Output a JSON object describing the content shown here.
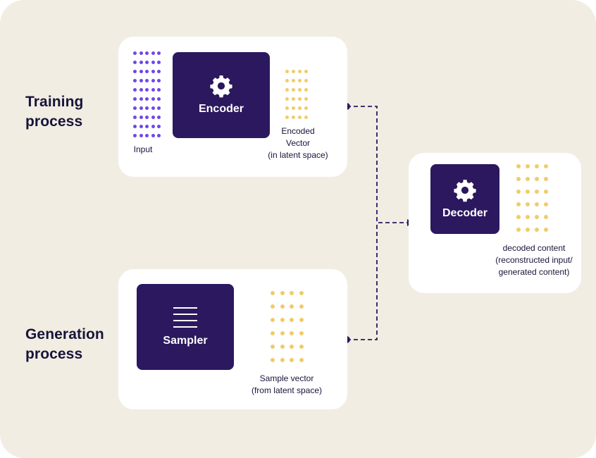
{
  "colors": {
    "background": "#f1ede2",
    "card": "#ffffff",
    "block": "#2b185f",
    "input_dots": "#6e48e8",
    "latent_dots": "#f0cc6a",
    "connector": "#2b185f",
    "text": "#17143a"
  },
  "sections": {
    "training": {
      "line1": "Training",
      "line2": "process"
    },
    "generation": {
      "line1": "Generation",
      "line2": "process"
    }
  },
  "encoder": {
    "label": "Encoder",
    "icon": "gear-icon"
  },
  "decoder": {
    "label": "Decoder",
    "icon": "gear-icon"
  },
  "sampler": {
    "label": "Sampler",
    "icon": "lines-icon"
  },
  "captions": {
    "input": "Input",
    "encoded": [
      "Encoded",
      "Vector",
      "(in latent space)"
    ],
    "sample": [
      "Sample vector",
      "(from latent space)"
    ],
    "decoded": [
      "decoded content",
      "(reconstructed input/",
      "generated content)"
    ]
  },
  "edges": [
    {
      "from": "encoded-vector",
      "to": "decoder"
    },
    {
      "from": "sample-vector",
      "to": "decoder"
    }
  ]
}
